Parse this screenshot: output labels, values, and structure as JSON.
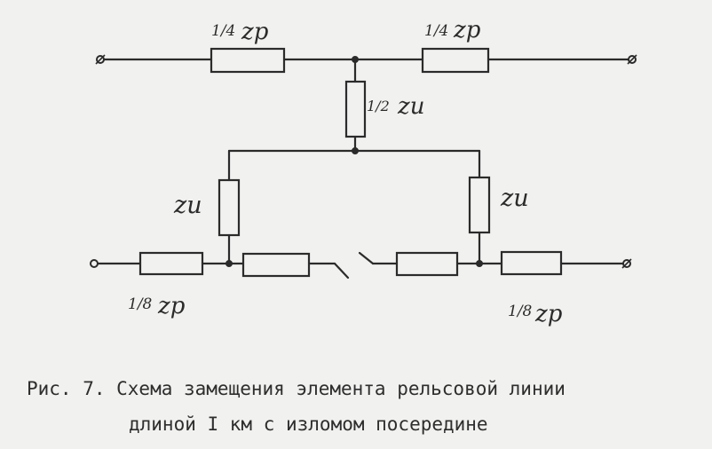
{
  "labels": {
    "top_left_fraction": "1/4",
    "top_left_symbol": "zр",
    "top_right_fraction": "1/4",
    "top_right_symbol": "zр",
    "middle_fraction": "1/2",
    "middle_symbol": "zи",
    "left_branch_symbol": "zи",
    "right_branch_symbol": "zи",
    "bottom_left_fraction": "1/8",
    "bottom_left_symbol": "zр",
    "bottom_right_fraction": "1/8",
    "bottom_right_symbol": "zр"
  },
  "caption": {
    "line1": "Рис. 7. Схема замещения элемента рельсовой линии",
    "line2": "длиной I км с изломом посередине"
  },
  "colors": {
    "ink": "#2b2b2b",
    "paper": "#f1f1ef"
  }
}
